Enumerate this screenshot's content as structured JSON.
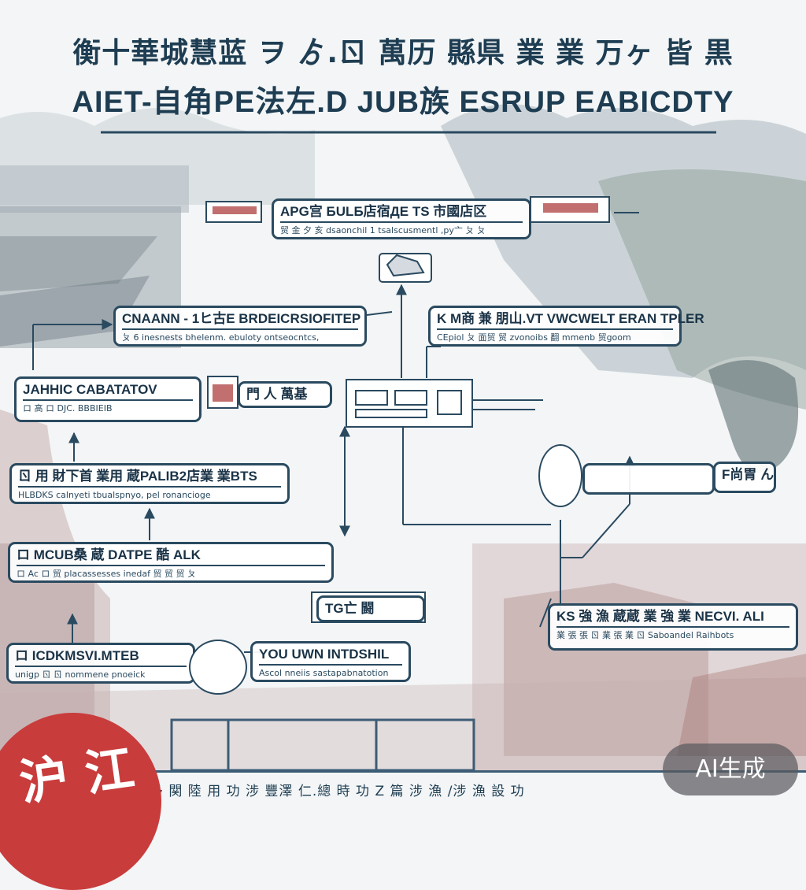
{
  "colors": {
    "ink": "#2a4a60",
    "seal": "#c93c3c",
    "background": "#f3f5f6"
  },
  "header": {
    "title_cn": "衡十華城慧蓝 ヲ ゟ.ㄖ 萬历 縣県 業 業 万ヶ 皆 黒",
    "title_en": "AIET-自角PE法左.D JUB族 ESRUP EABICDTY"
  },
  "nodes": {
    "top": {
      "title": "APG宫 БULБ店宿ДE TS 市國店区",
      "subtitle": "贸 金 夕 亥 dsaonchil 1 tsalscusmentl ,py亠 ㄆ ㄆ"
    },
    "left1": {
      "title": "CNAANN - 1ヒ古E BRDEICRSIOFITEP",
      "subtitle": "ㄆ 6 inesnests bhelenm. ebuloty ontseocntcs,"
    },
    "right1": {
      "title": "K M商 兼 朋山.VT VWCWELT ERAN TPLER",
      "subtitle": "CEpiol ㄆ 面贸 贸 zvonoibs 翻 mmenb 贸goom"
    },
    "left2": {
      "title": "JAHHIC CABATATOV",
      "subtitle": "ロ 高 ロ DJC. BBBIEIB"
    },
    "mid": {
      "title": "門 人 萬基",
      "subtitle": ""
    },
    "left3": {
      "title": "ㄖ 用 財下首 業用 蔵PALIB2店業 業BTS",
      "subtitle": "HLBDKS calnyeti tbualspnyo, pel ronancioge"
    },
    "right2": {
      "title": "F尚胃 ん",
      "subtitle": ""
    },
    "left4": {
      "title": "ロ MCUB桑 蔵 DATPE 酷 ALK",
      "subtitle": "ロ Ac ロ 贸 placassesses inedaf 贸 贸 贸 ㄆ"
    },
    "small_mid": {
      "title": "TG亡 闘",
      "subtitle": ""
    },
    "right3": {
      "title": "KS 強 漁 蔵蔵 業 強 業 NECVI. ALI",
      "subtitle": "業 張 張 ㄖ 業 張 業 ㄖ Saboandel Raihbots"
    },
    "left5": {
      "title": "ロ ICDKMSVI.MTEB",
      "subtitle": "unigp ㄖ ㄖ nommene pnoeick"
    },
    "left5b": {
      "title": "YOU UWN INTDSHIL",
      "subtitle": "Ascol nneiis sastapabnatotion"
    }
  },
  "footer": {
    "text": "多 関 陸     用 功     涉 豐澤 仁.總 時 功 Z 篇 涉 漁 /涉 漁 設 功"
  },
  "seal": {
    "text": "沪 江"
  },
  "badge": {
    "label": "AI生成"
  }
}
